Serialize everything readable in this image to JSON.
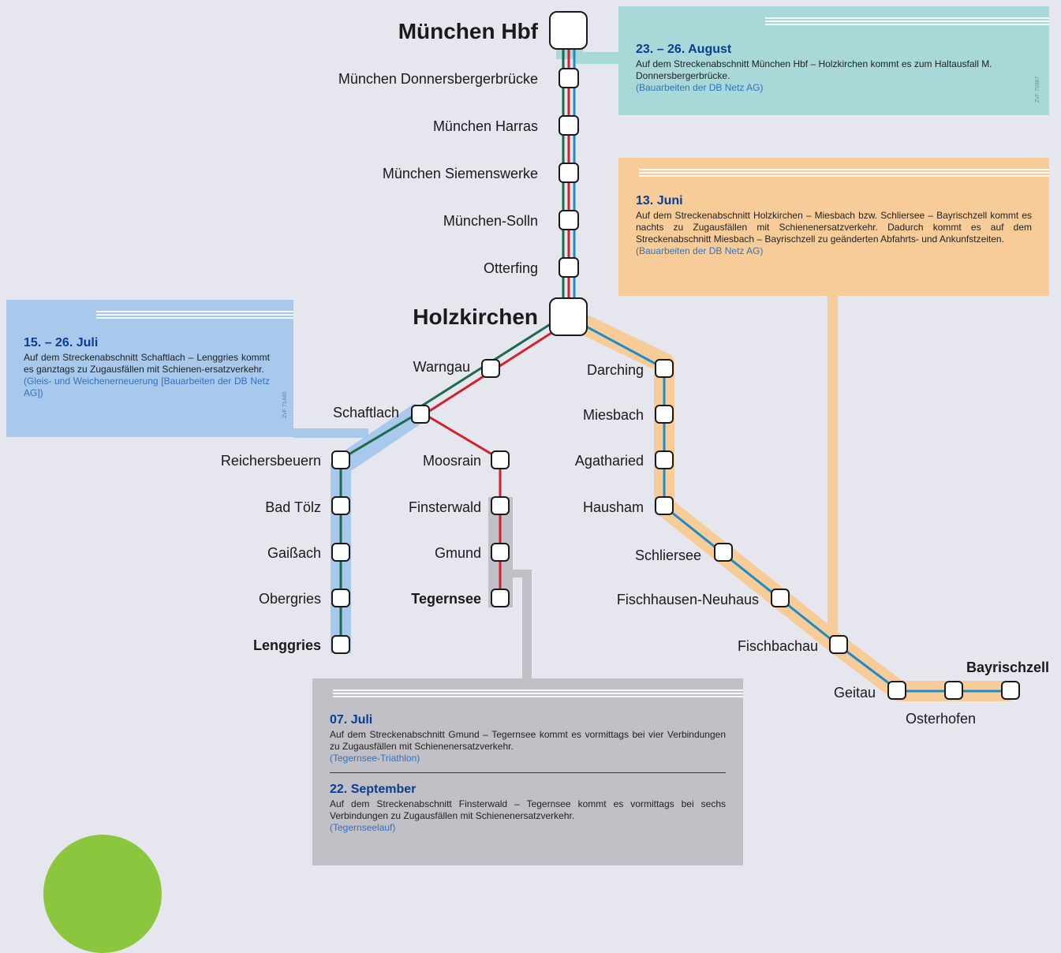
{
  "stations": {
    "muenchen_hbf": "München Hbf",
    "donnersbergerbruecke": "München Donnersbergerbrücke",
    "harras": "München Harras",
    "siemenswerke": "München Siemenswerke",
    "solln": "München-Solln",
    "otterfing": "Otterfing",
    "holzkirchen": "Holzkirchen",
    "warngau": "Warngau",
    "schaftlach": "Schaftlach",
    "reichersbeuern": "Reichersbeuern",
    "bad_toelz": "Bad Tölz",
    "gaissach": "Gaißach",
    "obergries": "Obergries",
    "lenggries": "Lenggries",
    "moosrain": "Moosrain",
    "finsterwald": "Finsterwald",
    "gmund": "Gmund",
    "tegernsee": "Tegernsee",
    "darching": "Darching",
    "miesbach": "Miesbach",
    "agatharied": "Agatharied",
    "hausham": "Hausham",
    "schliersee": "Schliersee",
    "fischhausen": "Fischhausen-Neuhaus",
    "fischbachau": "Fischbachau",
    "geitau": "Geitau",
    "osterhofen": "Osterhofen",
    "bayrischzell": "Bayrischzell"
  },
  "notices": {
    "august": {
      "date": "23. – 26. August",
      "text": "Auf dem Streckenabschnitt München Hbf – Holzkirchen kommt es zum Haltausfall M. Donnersbergerbrücke.",
      "source": "(Bauarbeiten der DB Netz AG)",
      "code": "ZvF 70367"
    },
    "juni": {
      "date": "13. Juni",
      "text": "Auf dem Streckenabschnitt Holzkirchen – Miesbach bzw. Schliersee – Bayrischzell kommt es nachts zu Zugausfällen mit Schienenersatzverkehr. Dadurch kommt es auf dem Streckenabschnitt Miesbach – Bayrischzell zu geänderten Abfahrts- und Ankunfstzeiten.",
      "source": "(Bauarbeiten der DB Netz AG)"
    },
    "juli_range": {
      "date": "15. – 26. Juli",
      "text": "Auf dem Streckenabschnitt Schaftlach – Lenggries kommt es ganztags zu Zugausfällen mit Schienen-ersatzverkehr.",
      "source": "(Gleis- und Weichenerneuerung [Bauarbeiten der DB Netz AG])",
      "code": "ZvF 71440"
    },
    "juli_single": {
      "date": "07. Juli",
      "text": "Auf dem Streckenabschnitt Gmund – Tegernsee kommt es vormittags bei vier Verbindungen zu Zugausfällen mit Schienenersatzverkehr.",
      "source": "(Tegernsee-Triathlon)"
    },
    "september": {
      "date": "22. September",
      "text": "Auf dem Streckenabschnitt Finsterwald – Tegernsee kommt es vormittags bei sechs Verbindungen zu Zugausfällen mit Schienenersatzverkehr.",
      "source": "(Tegernseelauf)"
    }
  },
  "colors": {
    "background": "#e6e6ee",
    "line_green": "#1a6b4f",
    "line_red": "#d4202c",
    "line_blue": "#1a8ccc",
    "notice_teal": "#a8d8d8",
    "notice_orange": "#f8cc98",
    "notice_lightblue": "#a8c8ec",
    "notice_grey": "#c0c0c6",
    "heading_blue": "#0a3d8f",
    "source_blue": "#2f72c4",
    "circle_green": "#8cc63f"
  }
}
